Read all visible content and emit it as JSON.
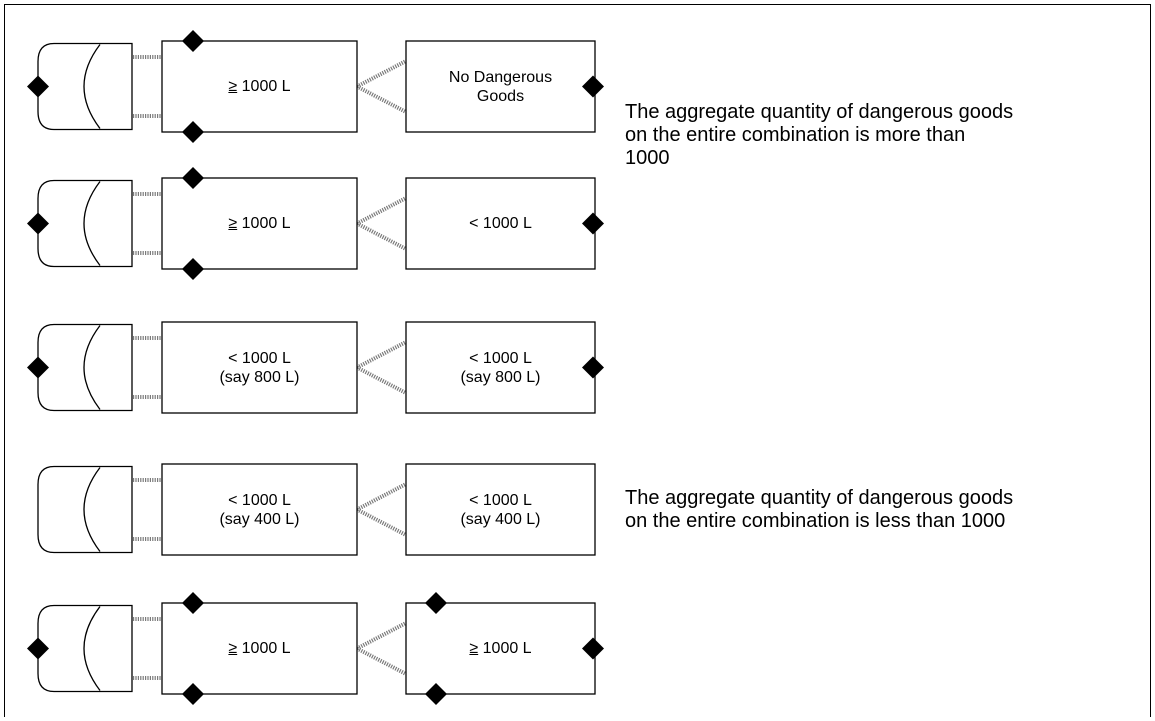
{
  "rows": [
    {
      "trailer1": {
        "symbol": "≥",
        "line1": "1000 L",
        "line2": ""
      },
      "trailer2": {
        "symbol": "",
        "line1": "No Dangerous",
        "line2": "Goods"
      },
      "placards": {
        "tractor": true,
        "trailer1_top": true,
        "trailer1_bottom": true,
        "trailer2_top": false,
        "trailer2_bottom": false,
        "rear": true
      }
    },
    {
      "trailer1": {
        "symbol": "≥",
        "line1": "1000 L",
        "line2": ""
      },
      "trailer2": {
        "symbol": "",
        "line1": "< 1000 L",
        "line2": ""
      },
      "placards": {
        "tractor": true,
        "trailer1_top": true,
        "trailer1_bottom": true,
        "trailer2_top": false,
        "trailer2_bottom": false,
        "rear": true
      }
    },
    {
      "trailer1": {
        "symbol": "",
        "line1": "< 1000 L",
        "line2": "(say 800 L)"
      },
      "trailer2": {
        "symbol": "",
        "line1": "< 1000 L",
        "line2": "(say 800 L)"
      },
      "placards": {
        "tractor": true,
        "trailer1_top": false,
        "trailer1_bottom": false,
        "trailer2_top": false,
        "trailer2_bottom": false,
        "rear": true
      }
    },
    {
      "trailer1": {
        "symbol": "",
        "line1": "< 1000 L",
        "line2": "(say 400 L)"
      },
      "trailer2": {
        "symbol": "",
        "line1": "< 1000 L",
        "line2": "(say 400 L)"
      },
      "placards": {
        "tractor": false,
        "trailer1_top": false,
        "trailer1_bottom": false,
        "trailer2_top": false,
        "trailer2_bottom": false,
        "rear": false
      }
    },
    {
      "trailer1": {
        "symbol": "≥",
        "line1": "1000 L",
        "line2": ""
      },
      "trailer2": {
        "symbol": "≥",
        "line1": "1000 L",
        "line2": ""
      },
      "placards": {
        "tractor": true,
        "trailer1_top": true,
        "trailer1_bottom": true,
        "trailer2_top": true,
        "trailer2_bottom": true,
        "rear": true
      }
    }
  ],
  "notes": {
    "more": [
      "The aggregate quantity of dangerous goods",
      "on the entire combination is more than",
      "1000"
    ],
    "less": [
      "The aggregate quantity of dangerous goods",
      "on the entire combination is less than 1000"
    ]
  }
}
